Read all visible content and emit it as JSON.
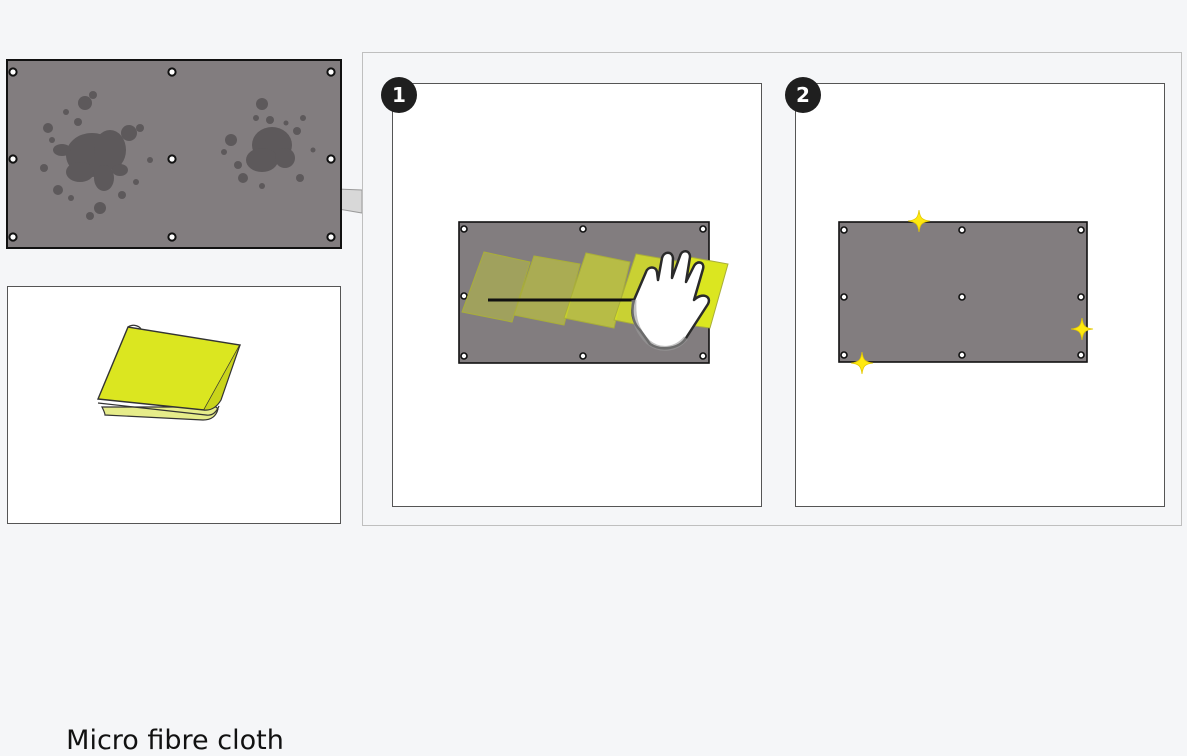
{
  "cloth": {
    "label": "Micro fibre cloth"
  },
  "steps": [
    {
      "number": "1"
    },
    {
      "number": "2"
    }
  ],
  "colors": {
    "banner": "#827d7f",
    "stain": "#5b5759",
    "cloth": "#d9e620",
    "sparkle": "#ffe90f",
    "badge": "#1f1f1f"
  },
  "icons": [
    "grommet-icon",
    "stain-icon",
    "cloth-icon",
    "hand-icon",
    "arrow-icon",
    "sparkle-icon"
  ]
}
